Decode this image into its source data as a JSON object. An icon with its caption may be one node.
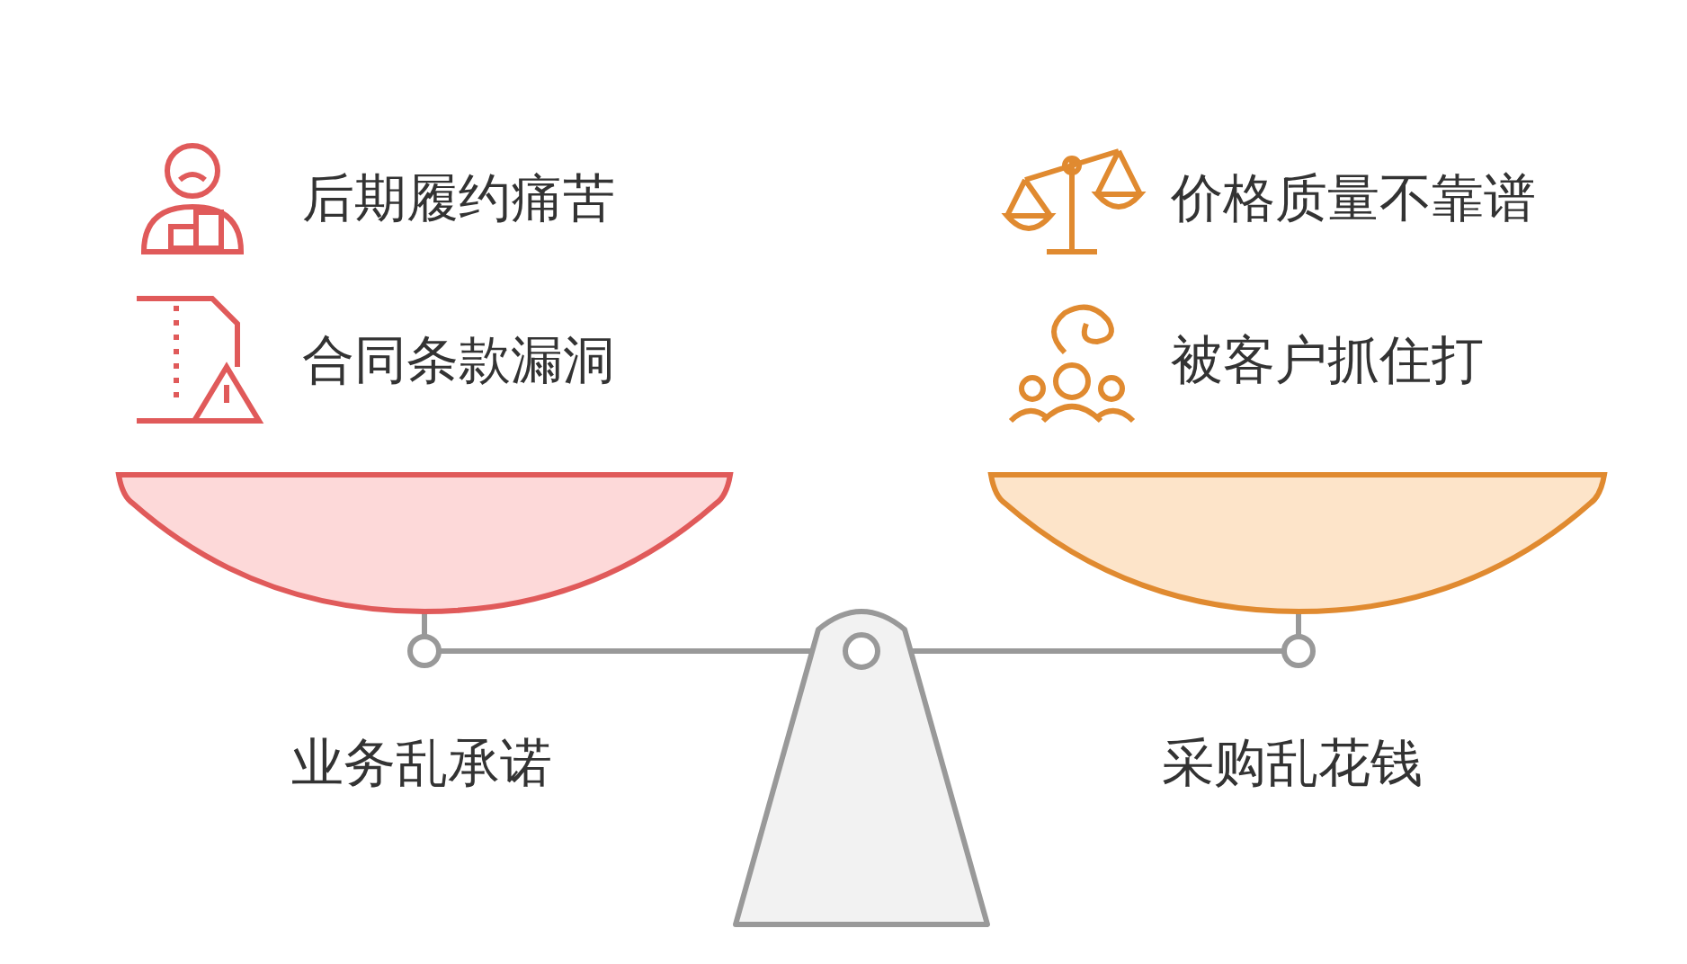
{
  "diagram": {
    "labels": [
      "后期履约痛苦",
      "价格质量不靠谱",
      "合同条款漏洞",
      "被客户抓住打",
      "业务乱承诺",
      "采购乱花钱"
    ]
  }
}
